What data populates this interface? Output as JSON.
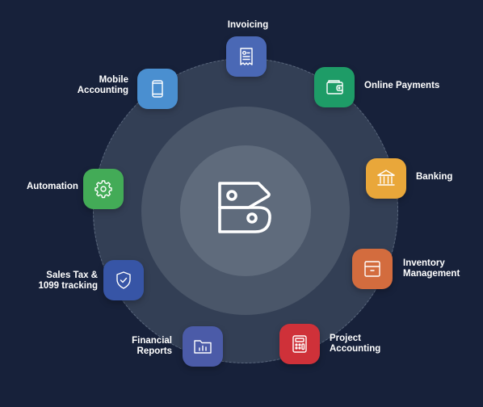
{
  "colors": {
    "background": "#17213a",
    "ring_outer": "#333f55",
    "ring_mid": "#4a5669",
    "ring_inner": "#5f6b7c"
  },
  "center": {
    "icon": "zoho-books-logo-icon"
  },
  "features": [
    {
      "key": "invoicing",
      "lines": [
        "Invoicing"
      ],
      "icon": "invoice-icon",
      "color": "#4a68b5"
    },
    {
      "key": "online-payments",
      "lines": [
        "Online Payments"
      ],
      "icon": "wallet-icon",
      "color": "#1e9c67"
    },
    {
      "key": "banking",
      "lines": [
        "Banking"
      ],
      "icon": "bank-icon",
      "color": "#e9a73a"
    },
    {
      "key": "inventory-management",
      "lines": [
        "Inventory",
        "Management"
      ],
      "icon": "box-icon",
      "color": "#d36c3e"
    },
    {
      "key": "project-accounting",
      "lines": [
        "Project",
        "Accounting"
      ],
      "icon": "calculator-icon",
      "color": "#cf3139"
    },
    {
      "key": "financial-reports",
      "lines": [
        "Financial",
        "Reports"
      ],
      "icon": "folder-chart-icon",
      "color": "#4b5ba8"
    },
    {
      "key": "sales-tax",
      "lines": [
        "Sales Tax &",
        "1099 tracking"
      ],
      "icon": "shield-check-icon",
      "color": "#3755a6"
    },
    {
      "key": "automation",
      "lines": [
        "Automation"
      ],
      "icon": "gear-icon",
      "color": "#43ab57"
    },
    {
      "key": "mobile-accounting",
      "lines": [
        "Mobile",
        "Accounting"
      ],
      "icon": "mobile-phone-icon",
      "color": "#4a8fd0"
    }
  ]
}
